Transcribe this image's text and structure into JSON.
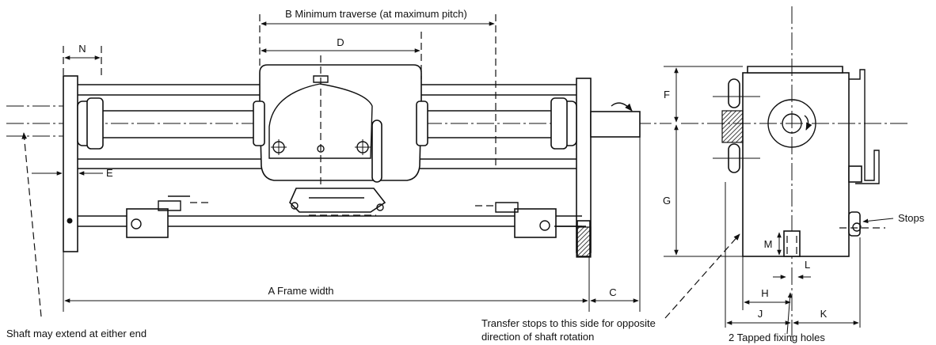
{
  "labels": {
    "b_min_traverse": "B Minimum traverse (at maximum pitch)",
    "d": "D",
    "n": "N",
    "e": "E",
    "a_frame_width": "A Frame width",
    "c": "C",
    "f": "F",
    "g": "G",
    "m": "M",
    "l": "L",
    "h": "H",
    "j": "J",
    "k": "K",
    "stops": "Stops"
  },
  "notes": {
    "shaft_extend": "Shaft may extend at either end",
    "transfer_stops_line1": "Transfer stops to this side for opposite",
    "transfer_stops_line2": "direction of shaft rotation",
    "tapped_holes": "2 Tapped fixing holes"
  }
}
